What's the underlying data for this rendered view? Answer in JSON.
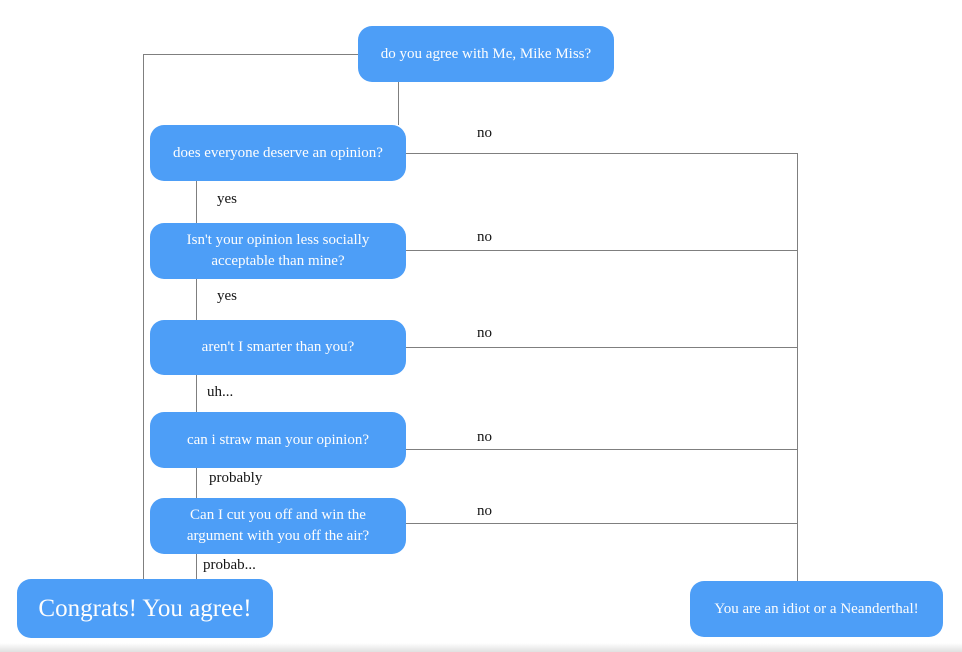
{
  "diagram": {
    "type": "flowchart",
    "colors": {
      "node_fill": "#4D9EF7",
      "node_text": "#FFFFFF",
      "edge_line": "#7F7F7F",
      "edge_label_text": "#141414"
    },
    "nodes": [
      {
        "id": "start",
        "label": "do you agree with Me, Mike Miss?"
      },
      {
        "id": "q-opinion",
        "label": "does everyone deserve an opinion?"
      },
      {
        "id": "q-acceptable",
        "label": "Isn't your opinion less socially acceptable than mine?"
      },
      {
        "id": "q-smarter",
        "label": "aren't I smarter than you?"
      },
      {
        "id": "q-strawman",
        "label": "can i straw man your opinion?"
      },
      {
        "id": "q-cutoff",
        "label": "Can I cut you off and win the argument with you off the air?"
      },
      {
        "id": "end-agree",
        "label": "Congrats! You agree!"
      },
      {
        "id": "end-idiot",
        "label": "You are an idiot or a Neanderthal!"
      }
    ],
    "edge_labels": [
      {
        "id": "no-opinion",
        "label": "no"
      },
      {
        "id": "yes-opinion",
        "label": "yes"
      },
      {
        "id": "no-acceptable",
        "label": "no"
      },
      {
        "id": "yes-acceptable",
        "label": "yes"
      },
      {
        "id": "no-smarter",
        "label": "no"
      },
      {
        "id": "uh-smarter",
        "label": "uh..."
      },
      {
        "id": "no-strawman",
        "label": "no"
      },
      {
        "id": "probably-strawman",
        "label": "probably"
      },
      {
        "id": "no-cutoff",
        "label": "no"
      },
      {
        "id": "probab-cutoff",
        "label": "probab..."
      }
    ]
  }
}
